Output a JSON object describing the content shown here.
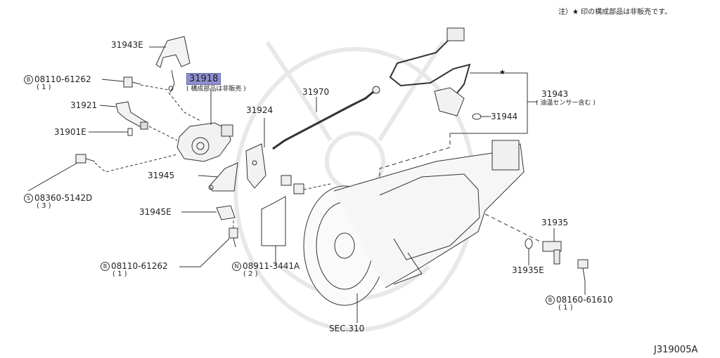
{
  "note": {
    "prefix": "注）",
    "star": "★",
    "text": "印の構成部品は非販売です。"
  },
  "diagram_code": "J319005A",
  "colors": {
    "line": "#333333",
    "watermark": "#e6e6e6",
    "highlight": "#8f8fd0"
  },
  "labels": {
    "p31943E": "31943E",
    "bolt1_code": "08110-61262",
    "bolt1_mark": "B",
    "bolt1_qty": "( 1 )",
    "p31918": "31918",
    "p31918_note": "( 構成部品は非販売 )",
    "p31970": "31970",
    "p31921": "31921",
    "p31924": "31924",
    "p31901E": "31901E",
    "p31945": "31945",
    "screw_code": "08360-5142D",
    "screw_mark": "S",
    "screw_qty": "( 3 )",
    "p31945E": "31945E",
    "bolt2_code": "08110-61262",
    "bolt2_mark": "B",
    "bolt2_qty": "( 1 )",
    "nut_code": "08911-3441A",
    "nut_mark": "N",
    "nut_qty": "( 2 )",
    "p31943": "31943",
    "p31943_note": "( 油温センサー含む )",
    "p31944": "31944",
    "p31935": "31935",
    "p31935E": "31935E",
    "bolt3_code": "08160-61610",
    "bolt3_mark": "B",
    "bolt3_qty": "( 1 )",
    "sec": "SEC.310",
    "star_mark": "★"
  }
}
